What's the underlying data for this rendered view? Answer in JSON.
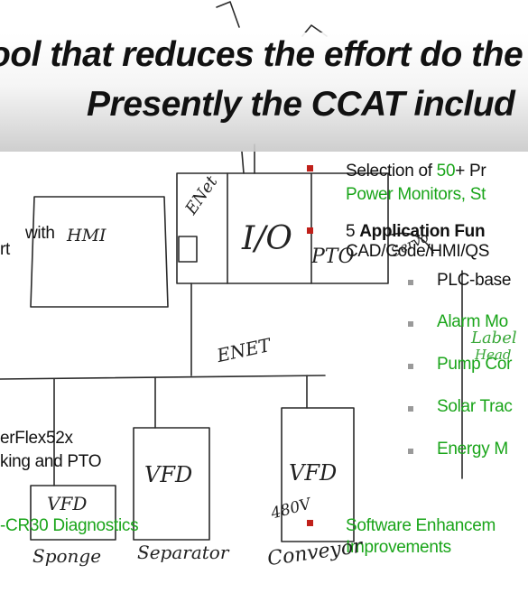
{
  "title": {
    "line1": "ool that reduces the effort do the",
    "line2": "Presently the CCAT includ"
  },
  "left_column": {
    "with": "with",
    "rt": "rt",
    "powerflex": "erFlex52x",
    "king_pto": "king and PTO",
    "cr30": "-CR30 Diagnostics"
  },
  "right_column": {
    "selection_prefix": "Selection of ",
    "selection_count": "50",
    "selection_suffix": "+ Pr",
    "power_monitors": "Power Monitors, St",
    "app_count": "5 ",
    "app_label": "Application Fun",
    "cad_line": "CAD/Code/HMI/QS",
    "items": [
      "PLC-base",
      "Alarm Mo",
      "Pump Cor",
      "Solar Trac",
      "Energy M"
    ],
    "software_line1": "Software Enhancem",
    "software_line2": "Improvements"
  },
  "sketch_labels": {
    "enet_top": "ENet",
    "io": "I/O",
    "pto": "PTO",
    "servo": "Servo",
    "hmi": "HMI",
    "enet_mid": "ENET",
    "vfd1": "VFD",
    "vfd2": "VFD",
    "vfd3": "VFD",
    "v480": "480V",
    "sponge": "Sponge",
    "separator": "Separator",
    "conveyor": "Conveyor",
    "label": "Label",
    "head": "Head"
  },
  "colors": {
    "bullet_primary": "#c0201a",
    "bullet_secondary": "#9a9a9a",
    "highlight_green": "#1aa51a"
  }
}
